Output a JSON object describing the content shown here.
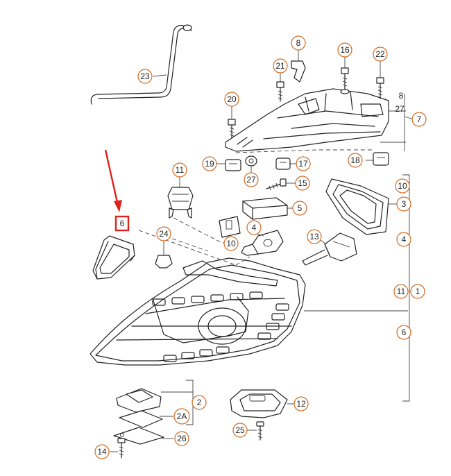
{
  "diagram": {
    "parts": {
      "p1": "1",
      "p2": "2",
      "p2a": "2A",
      "p3": "3",
      "p4a": "4",
      "p4b": "4",
      "p5": "5",
      "p6a": "6",
      "p6b": "6",
      "p7": "7",
      "p8a": "8",
      "p8b": "8",
      "p10a": "10",
      "p10b": "10",
      "p11a": "11",
      "p11b": "11",
      "p12": "12",
      "p13": "13",
      "p14": "14",
      "p15": "15",
      "p16": "16",
      "p17": "17",
      "p18": "18",
      "p19": "19",
      "p20": "20",
      "p21": "21",
      "p22": "22",
      "p23": "23",
      "p24": "24",
      "p25": "25",
      "p26": "26",
      "p27a": "27",
      "p27b": "27"
    },
    "highlighted_part": "6",
    "colors": {
      "highlight": "#e0201b",
      "callout_ring": "#d2691e",
      "line": "#222222"
    }
  }
}
